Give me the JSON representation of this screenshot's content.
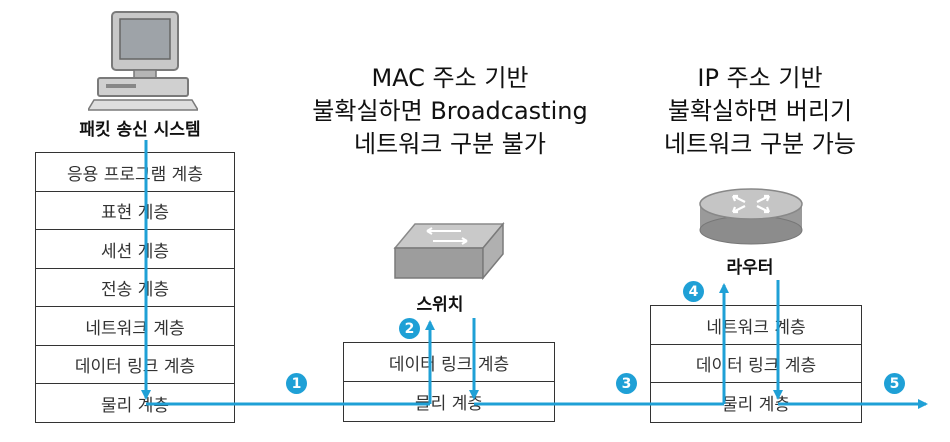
{
  "sender": {
    "label": "패킷 송신 시스템",
    "icon": "computer-icon",
    "layers": [
      "응용 프로그램 계층",
      "표현 계층",
      "세션 계층",
      "전송 계층",
      "네트워크 계층",
      "데이터 링크 계층",
      "물리 계층"
    ]
  },
  "switch": {
    "heading": [
      "MAC 주소 기반",
      "불확실하면 Broadcasting",
      "네트워크 구분 불가"
    ],
    "label": "스위치",
    "icon": "switch-icon",
    "layers": [
      "데이터 링크 계층",
      "물리 계층"
    ]
  },
  "router": {
    "heading": [
      "IP 주소 기반",
      "불확실하면 버리기",
      "네트워크 구분 가능"
    ],
    "label": "라우터",
    "icon": "router-icon",
    "layers": [
      "네트워크 계층",
      "데이터 링크 계층",
      "물리 계층"
    ]
  },
  "steps": [
    "1",
    "2",
    "3",
    "4",
    "5"
  ],
  "colors": {
    "arrow": "#1fa0d6",
    "border": "#333333"
  }
}
